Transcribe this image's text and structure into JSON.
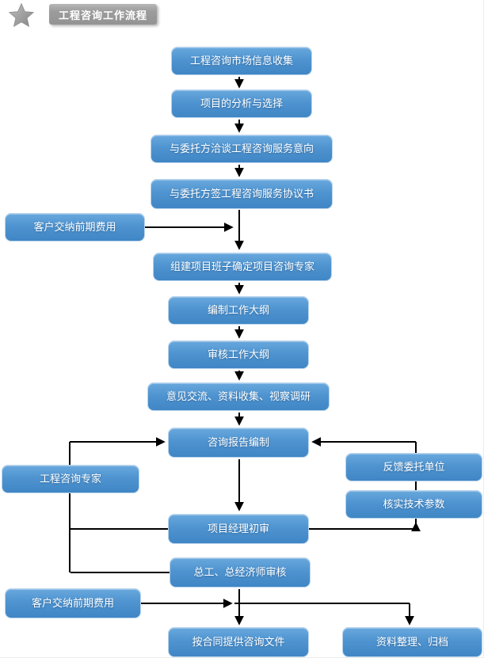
{
  "header": {
    "title": "工程咨询工作流程"
  },
  "diagram": {
    "nodes": {
      "box1": {
        "label": "工程咨询市场信息收集"
      },
      "box2": {
        "label": "项目的分析与选择"
      },
      "box3": {
        "label": "与委托方洽谈工程咨询服务意向"
      },
      "box4": {
        "label": "与委托方签工程咨询服务协议书"
      },
      "left1": {
        "label": "客户交纳前期费用"
      },
      "box5": {
        "label": "组建项目班子确定项目咨询专家"
      },
      "box6": {
        "label": "编制工作大纲"
      },
      "box7": {
        "label": "审核工作大纲"
      },
      "box8": {
        "label": "意见交流、资料收集、视察调研"
      },
      "box9": {
        "label": "咨询报告编制"
      },
      "left2": {
        "label": "工程咨询专家"
      },
      "right1": {
        "label": "反馈委托单位"
      },
      "right2": {
        "label": "核实技术参数"
      },
      "box10": {
        "label": "项目经理初审"
      },
      "box11": {
        "label": "总工、总经济师审核"
      },
      "left3": {
        "label": "客户交纳前期费用"
      },
      "box12": {
        "label": "按合同提供咨询文件"
      },
      "right3": {
        "label": "资料整理、归档"
      }
    },
    "edges": [
      {
        "from": "box1",
        "to": "box2"
      },
      {
        "from": "box2",
        "to": "box3"
      },
      {
        "from": "box3",
        "to": "box4"
      },
      {
        "from": "box4",
        "to": "box5"
      },
      {
        "from": "left1",
        "to": "box5"
      },
      {
        "from": "box5",
        "to": "box6"
      },
      {
        "from": "box6",
        "to": "box7"
      },
      {
        "from": "box7",
        "to": "box8"
      },
      {
        "from": "box8",
        "to": "box9"
      },
      {
        "from": "box9",
        "to": "box10"
      },
      {
        "from": "box10",
        "to": "box9",
        "via": "left2"
      },
      {
        "from": "box11",
        "to": "box9",
        "via": "left2"
      },
      {
        "from": "box10",
        "to": "right2"
      },
      {
        "from": "right2",
        "to": "right1"
      },
      {
        "from": "right1",
        "to": "box9"
      },
      {
        "from": "box11",
        "to": "box12"
      },
      {
        "from": "left3",
        "to": "box12"
      },
      {
        "from": "box11",
        "to": "right3"
      }
    ],
    "colors": {
      "node_fill_top": "#68a8dd",
      "node_fill_bottom": "#4086c5",
      "node_border": "#b9d4ec",
      "node_text": "#ffffff",
      "connector": "#000000",
      "title_badge_bg": "#9c9c9c",
      "title_badge_text": "#ffffff",
      "star": "#9e9e9e"
    }
  }
}
